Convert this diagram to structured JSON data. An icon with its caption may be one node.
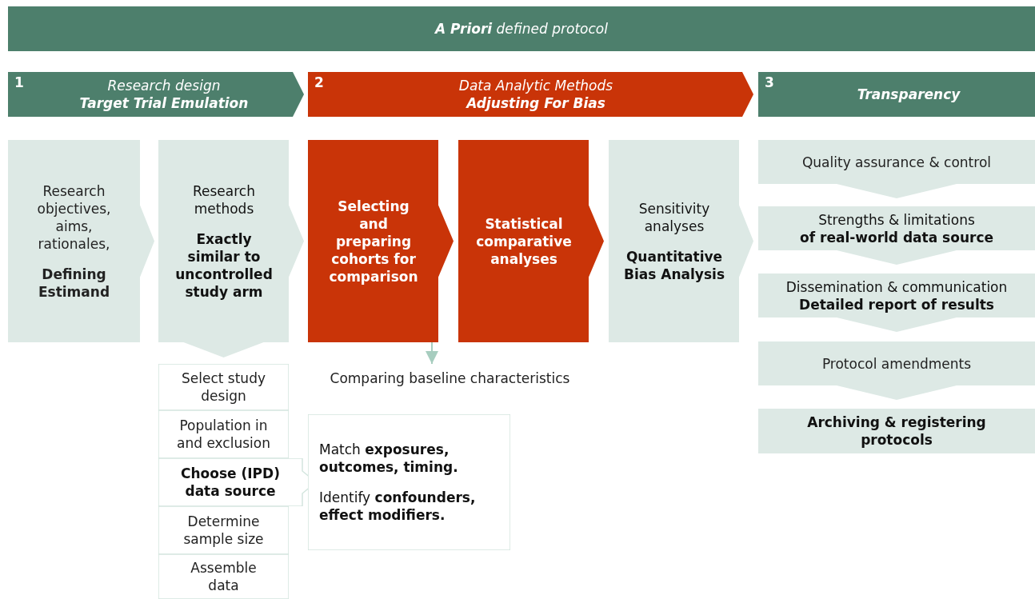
{
  "diagram": {
    "nodes": [
      {
        "text": [
          "**A Priori** defined protocol"
        ]
      },
      {
        "text": [
          "1",
          "Research design",
          "Target Trial Emulation"
        ]
      },
      {
        "text": [
          "2",
          "Data Analytic Methods",
          "Adjusting For Bias"
        ]
      },
      {
        "text": [
          "3",
          "Transparency"
        ]
      },
      {
        "text": [
          "Research objectives, aims, rationales,",
          "Defining Estimand"
        ]
      },
      {
        "text": [
          "Research methods",
          "Exactly similar to uncontrolled study arm"
        ]
      },
      {
        "text": [
          "Selecting and preparing cohorts for comparison"
        ]
      },
      {
        "text": [
          "Statistical comparative analyses"
        ]
      },
      {
        "text": [
          "Sensitivity analyses",
          "Quantitative Bias Analysis"
        ]
      },
      {
        "text": [
          "Quality assurance & control"
        ]
      },
      {
        "text": [
          "Strengths & limitations",
          "of real-world data source"
        ]
      },
      {
        "text": [
          "Dissemination & communication",
          "Detailed report of results"
        ]
      },
      {
        "text": [
          "Protocol amendments"
        ]
      },
      {
        "text": [
          "Archiving & registering protocols"
        ]
      },
      {
        "text": [
          "Select study design"
        ]
      },
      {
        "text": [
          "Population in and exclusion"
        ]
      },
      {
        "text": [
          "Choose (IPD) data source"
        ]
      },
      {
        "text": [
          "Determine sample size"
        ]
      },
      {
        "text": [
          "Assemble data"
        ]
      },
      {
        "text": [
          "Comparing baseline characteristics"
        ]
      },
      {
        "text": [
          "Match **exposures, outcomes, timing.**",
          "Identify **confounders, effect modifiers.**"
        ]
      }
    ],
    "edges": [
      {
        "from": 6,
        "to": 19,
        "arrow": "to"
      }
    ]
  }
}
